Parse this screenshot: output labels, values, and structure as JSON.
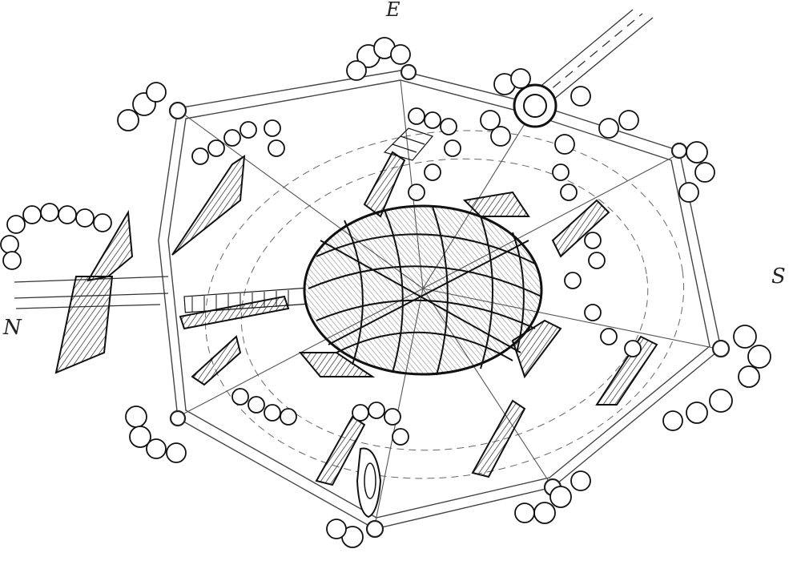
{
  "compass": {
    "north": "N",
    "east": "E",
    "south": "S"
  },
  "colors": {
    "ink": "#1a1a1a",
    "paper": "#ffffff",
    "hatch": "#333333"
  }
}
